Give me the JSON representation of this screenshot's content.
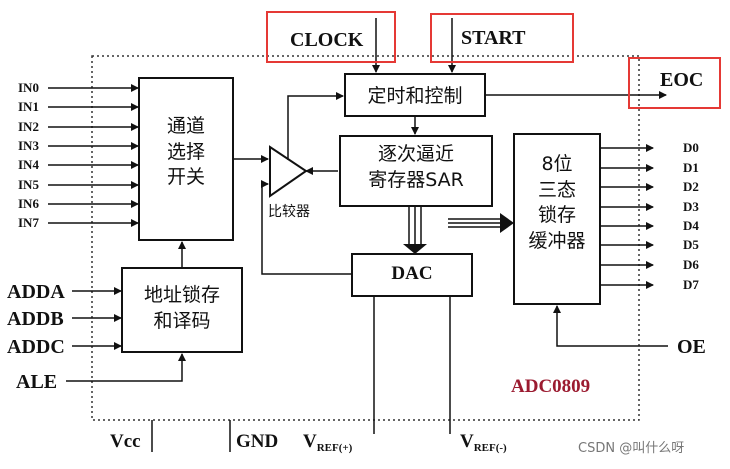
{
  "chip": {
    "name": "ADC0809",
    "name_color": "#9b1b30"
  },
  "inputs": {
    "analog": [
      "IN0",
      "IN1",
      "IN2",
      "IN3",
      "IN4",
      "IN5",
      "IN6",
      "IN7"
    ],
    "address": [
      "ADDA",
      "ADDB",
      "ADDC"
    ],
    "ale": "ALE"
  },
  "outputs": {
    "data": [
      "D0",
      "D1",
      "D2",
      "D3",
      "D4",
      "D5",
      "D6",
      "D7"
    ],
    "eoc": "EOC",
    "oe": "OE"
  },
  "top_pins": {
    "clock": "CLOCK",
    "start": "START"
  },
  "bottom_pins": {
    "vcc": "Vcc",
    "gnd": "GND",
    "vref_pos_main": "V",
    "vref_pos_sub": "REF(+)",
    "vref_neg_main": "V",
    "vref_neg_sub": "REF(-)"
  },
  "blocks": {
    "mux_line1": "通道",
    "mux_line2": "选择",
    "mux_line3": "开关",
    "timing": "定时和控制",
    "sar_line1": "逐次逼近",
    "sar_line2": "寄存器SAR",
    "comparator": "比较器",
    "dac": "DAC",
    "latch_line1": "地址锁存",
    "latch_line2": "和译码",
    "buffer_line1": "8位",
    "buffer_line2": "三态",
    "buffer_line3": "锁存",
    "buffer_line4": "缓冲器"
  },
  "highlight_color": "#e53935",
  "watermark": "CSDN @叫什么呀"
}
